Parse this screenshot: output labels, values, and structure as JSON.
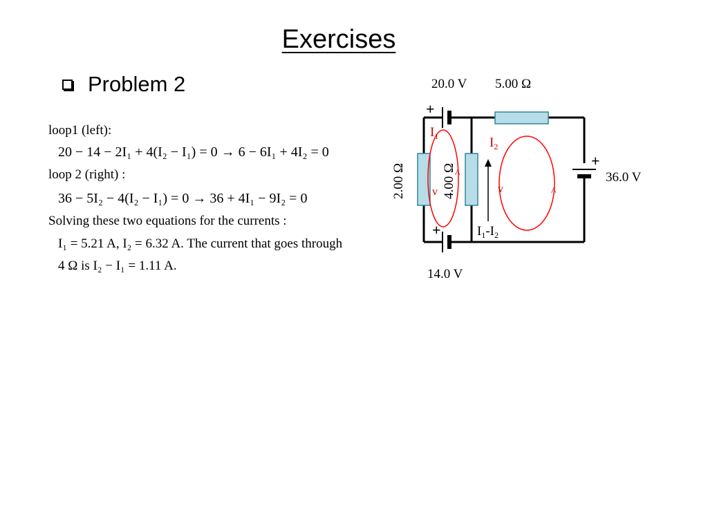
{
  "slide": {
    "title": "Exercises",
    "bullet": "Problem 2"
  },
  "solution": {
    "loop1_label": "loop1 (left):",
    "loop1_equation": "20 − 14 − 2I₁ + 4(I₂ − I₁) = 0 → 6 − 6I₁ + 4I₂ = 0",
    "loop2_label": "loop 2 (right) :",
    "loop2_equation": "36 − 5I₂ − 4(I₂ − I₁) = 0 → 36 + 4I₁ − 9I₂ = 0",
    "solving_text": "Solving these two equations for the currents :",
    "result_line1": "I₁ = 5.21 A, I₂ = 6.32 A. The current that goes through",
    "result_line2": "4 Ω  is I₂ − I₁ = 1.11 A."
  },
  "circuit": {
    "battery_top_voltage": "20.0 V",
    "resistor_top_value": "5.00 Ω",
    "battery_right_voltage": "36.0 V",
    "battery_bottom_voltage": "14.0 V",
    "resistor_left_value": "2.00 Ω",
    "resistor_middle_value": "4.00 Ω",
    "plus_sign": "+",
    "current_i1": "I",
    "current_i1_sub": "1",
    "current_i2": "I",
    "current_i2_sub": "2",
    "middle_current_main": "I",
    "middle_current_sub1": "1",
    "middle_current_dash": "-I",
    "middle_current_sub2": "2",
    "arrow_up_glyph": "^",
    "arrow_down_glyph": "v",
    "colors": {
      "wire": "#000000",
      "resistor_fill": "#b7dde8",
      "resistor_stroke": "#31859c",
      "loop": "#ff0000",
      "current_label": "#cc0000"
    }
  }
}
